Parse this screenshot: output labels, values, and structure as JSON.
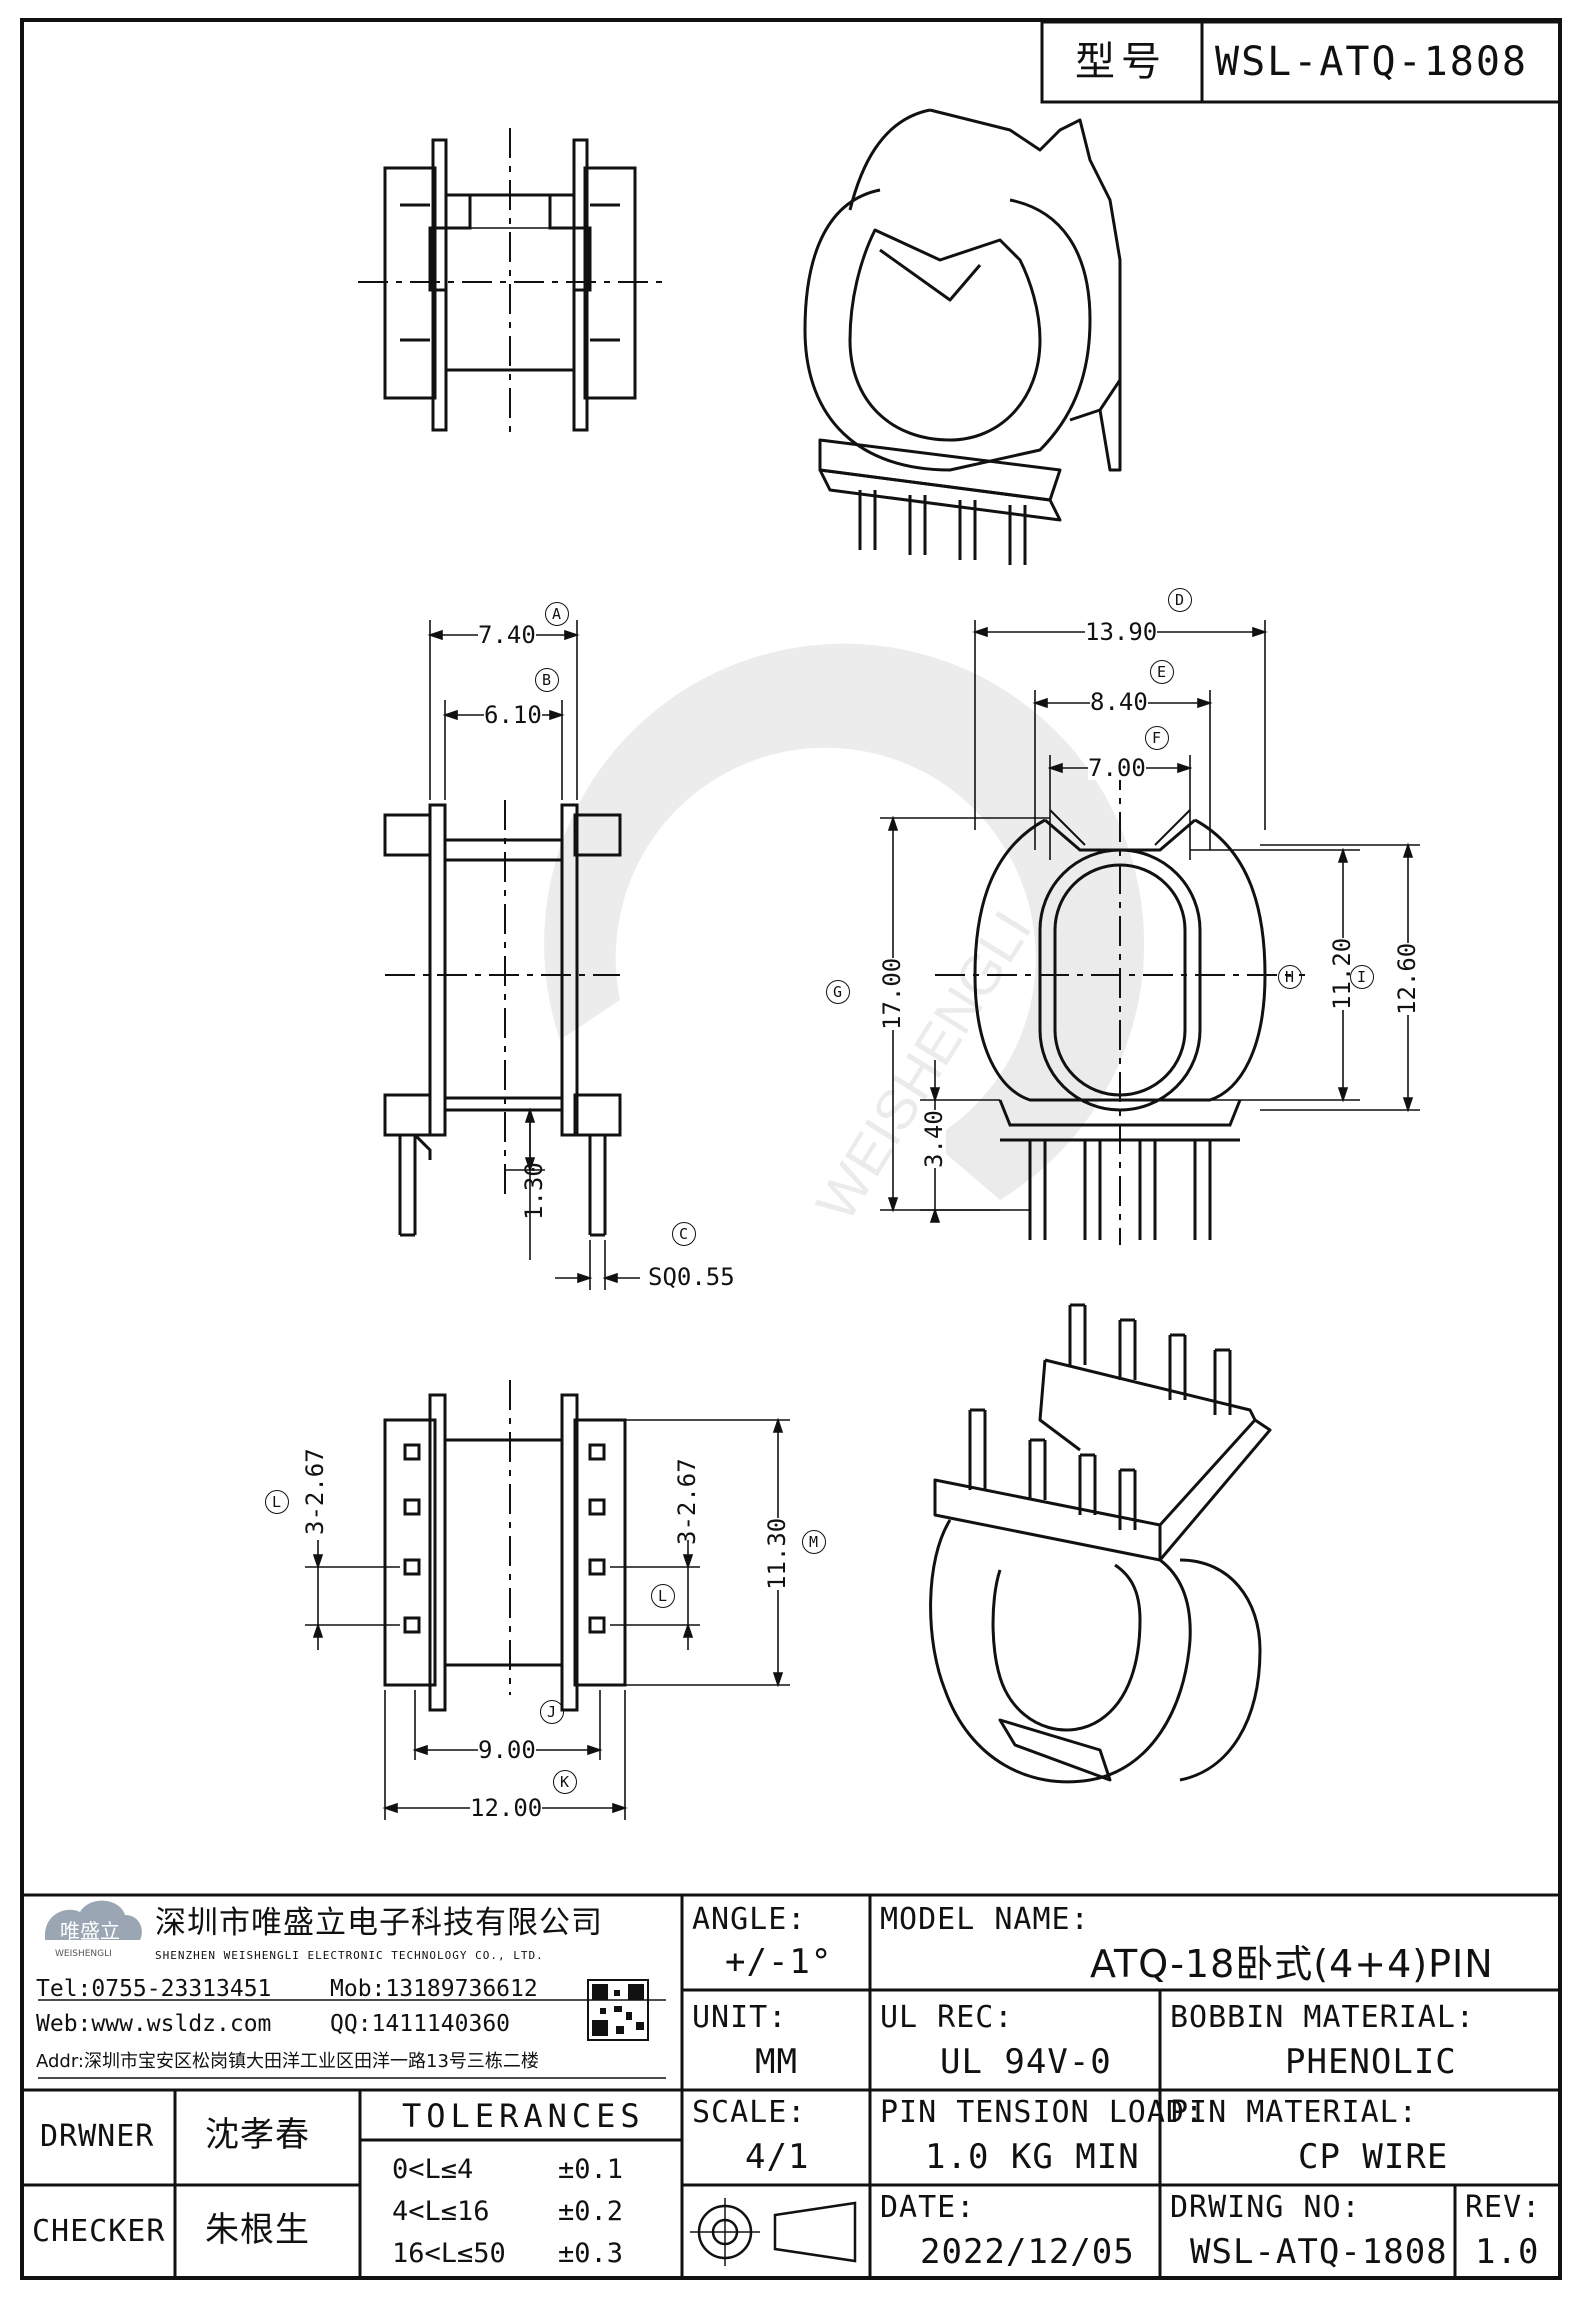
{
  "title_block": {
    "type_label": "型号",
    "part_no": "WSL-ATQ-1808"
  },
  "watermark": "WEISHENGLI",
  "dimensions": {
    "a": "7.40",
    "a_tag": "A",
    "b": "6.10",
    "b_tag": "B",
    "c": "SQ0.55",
    "c_tag": "C",
    "d": "13.90",
    "d_tag": "D",
    "e": "8.40",
    "e_tag": "E",
    "f": "7.00",
    "f_tag": "F",
    "g": "17.00",
    "g_tag": "G",
    "h": "11.20",
    "h_tag": "H",
    "i": "12.60",
    "i_tag": "I",
    "j": "9.00",
    "j_tag": "J",
    "k": "12.00",
    "k_tag": "K",
    "l_left": "3-2.67",
    "l_right": "3-2.67",
    "l_tag": "L",
    "m": "11.30",
    "m_tag": "M",
    "pin_offset": "1.30",
    "base_height": "3.40"
  },
  "company": {
    "logo_text": "唯盛立",
    "logo_sub": "WEISHENGLI",
    "name_cn": "深圳市唯盛立电子科技有限公司",
    "name_en": "SHENZHEN WEISHENGLI ELECTRONIC TECHNOLOGY CO., LTD.",
    "tel": "Tel:0755-23313451",
    "mob": "Mob:13189736612",
    "web": "Web:www.wsldz.com",
    "qq": "QQ:1411140360",
    "addr": "Addr:深圳市宝安区松岗镇大田洋工业区田洋一路13号三栋二楼"
  },
  "angle": {
    "label": "ANGLE:",
    "value": "+/-1°"
  },
  "model": {
    "label": "MODEL NAME:",
    "value": "ATQ-18卧式(4+4)PIN"
  },
  "unit": {
    "label": "UNIT:",
    "value": "MM"
  },
  "ul_rec": {
    "label": "UL REC:",
    "value": "UL 94V-0"
  },
  "bobbin_material": {
    "label": "BOBBIN MATERIAL:",
    "value": "PHENOLIC"
  },
  "drawer": {
    "label": "DRWNER",
    "value": "沈孝春"
  },
  "checker": {
    "label": "CHECKER",
    "value": "朱根生"
  },
  "tolerances": {
    "title": "TOLERANCES",
    "rows": [
      {
        "range": "0<L≤4",
        "tol": "±0.1"
      },
      {
        "range": "4<L≤16",
        "tol": "±0.2"
      },
      {
        "range": "16<L≤50",
        "tol": "±0.3"
      }
    ]
  },
  "scale": {
    "label": "SCALE:",
    "value": "4/1"
  },
  "pin_tension": {
    "label": "PIN TENSION LOAD:",
    "value": "1.0 KG MIN"
  },
  "pin_material": {
    "label": "PIN MATERIAL:",
    "value": "CP WIRE"
  },
  "date": {
    "label": "DATE:",
    "value": "2022/12/05"
  },
  "drawing_no": {
    "label": "DRWING NO:",
    "value": "WSL-ATQ-1808"
  },
  "rev": {
    "label": "REV:",
    "value": "1.0"
  }
}
